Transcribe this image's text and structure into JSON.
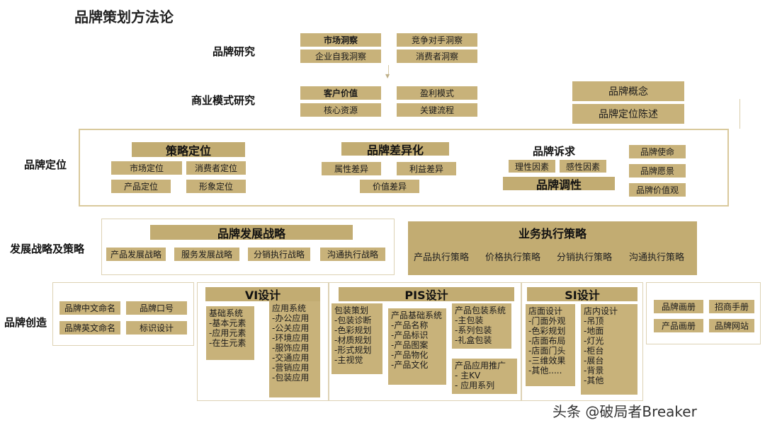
{
  "title": "品牌策划方法论",
  "watermark": "头条 @破局者Breaker",
  "rows": {
    "research": {
      "label": "品牌研究",
      "items": [
        "市场洞察",
        "竞争对手洞察",
        "企业自我洞察",
        "消费者洞察"
      ]
    },
    "business": {
      "label": "商业模式研究",
      "items": [
        "客户价值",
        "盈利模式",
        "核心资源",
        "关键流程"
      ]
    },
    "concept": {
      "items": [
        "品牌概念",
        "品牌定位陈述"
      ]
    },
    "positioning": {
      "label": "品牌定位",
      "strategy": {
        "title": "策略定位",
        "items": [
          "市场定位",
          "消费者定位",
          "产品定位",
          "形象定位"
        ]
      },
      "differentiation": {
        "title": "品牌差异化",
        "items": [
          "属性差异",
          "利益差异",
          "价值差异"
        ]
      },
      "appeal": {
        "title": "品牌诉求",
        "items": [
          "理性因素",
          "感性因素"
        ],
        "tone": "品牌调性"
      },
      "values": [
        "品牌使命",
        "品牌愿景",
        "品牌价值观"
      ]
    },
    "strategy": {
      "label": "发展战略及策略",
      "development": {
        "title": "品牌发展战略",
        "items": [
          "产品发展战略",
          "服务发展战略",
          "分销执行战略",
          "沟通执行战略"
        ]
      },
      "execution": {
        "title": "业务执行策略",
        "items": [
          "产品执行策略",
          "价格执行策略",
          "分销执行策略",
          "沟通执行策略"
        ]
      }
    },
    "creation": {
      "label": "品牌创造",
      "naming": [
        "品牌中文命名",
        "品牌口号",
        "品牌英文命名",
        "标识设计"
      ],
      "vi": {
        "title": "VI设计",
        "basic": [
          "基础系统",
          "-基本元素",
          "-应用元素",
          "-在生元素"
        ],
        "app": [
          "应用系统",
          "-办公应用",
          "-公关应用",
          "-环境应用",
          "-服饰应用",
          "-交通应用",
          "-营销应用",
          "-包装应用"
        ]
      },
      "pis": {
        "title": "PIS设计",
        "plan": [
          "包装策划",
          "-包装诊断",
          "-色彩规划",
          "-材质规划",
          "-形式规划",
          "-主视觉"
        ],
        "base": [
          "产品基础系统",
          "-产品名称",
          "-产品标识",
          "-产品图案",
          "-产品物化",
          "-产品文化"
        ],
        "pack": [
          "产品包装系统",
          "-主包装",
          "-系列包装",
          "-礼盒包装"
        ],
        "promo": [
          "产品应用推广",
          "-  主KV",
          "-  应用系列"
        ]
      },
      "si": {
        "title": "SI设计",
        "storefront": [
          "店面设计",
          "-门面外观",
          "-色彩规划",
          "-店面布局",
          "-店面门头",
          "-三维效果",
          "-其他....."
        ],
        "interior": [
          "店内设计",
          "-吊顶",
          "-地面",
          "-灯光",
          "-柜台",
          "-展台",
          "-背景",
          "-其他"
        ]
      },
      "extra": [
        "品牌画册",
        "招商手册",
        "产品画册",
        "品牌网站"
      ]
    }
  }
}
